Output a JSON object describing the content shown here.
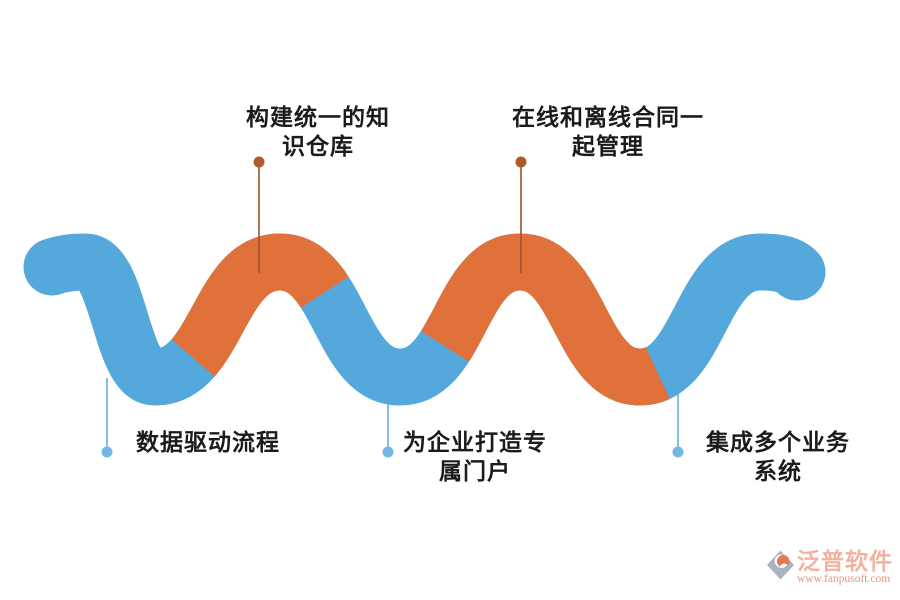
{
  "ribbon": {
    "blue": "#55a8db",
    "orange": "#e0713b"
  },
  "connectors": {
    "top_line_color": "#a4512a",
    "top_dot_color": "#b0592d",
    "bottom_line_color": "#68b0de",
    "bottom_dot_color": "#74b7e2"
  },
  "callouts": {
    "knowledge": {
      "line1": "构建统一的知",
      "line2": "识仓库"
    },
    "contracts": {
      "line1": "在线和离线合同一",
      "line2": "起管理"
    },
    "data_flow": {
      "line1": "数据驱动流程",
      "line2": ""
    },
    "portal": {
      "line1": "为企业打造专",
      "line2": "属门户"
    },
    "systems": {
      "line1": "集成多个业务",
      "line2": "系统"
    }
  },
  "watermark": {
    "brand": "泛普软件",
    "url": "www.fanpusoft.com",
    "icon_body_color": "#a8b2c2",
    "icon_swirl_color": "#e27a4e"
  }
}
